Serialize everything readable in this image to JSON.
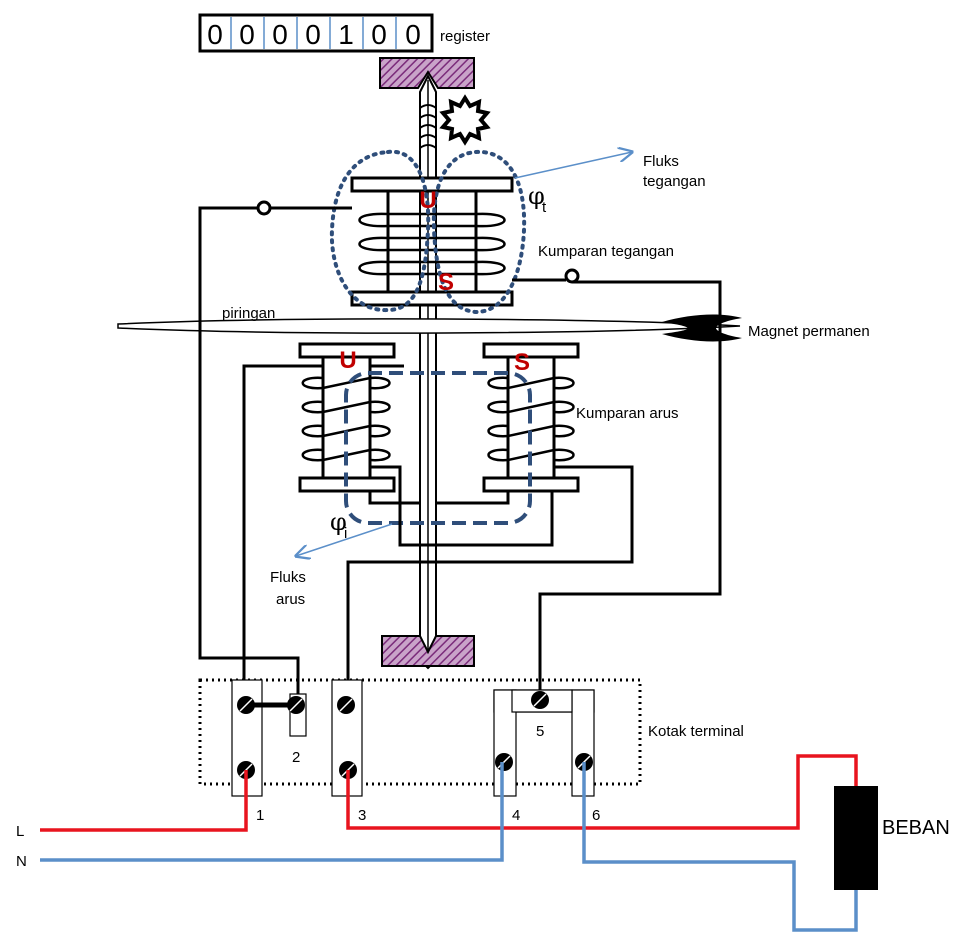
{
  "register": {
    "digits": [
      "0",
      "0",
      "0",
      "0",
      "1",
      "0",
      "0"
    ],
    "label": "register"
  },
  "labels": {
    "fluks_tegangan_1": "Fluks",
    "fluks_tegangan_2": "tegangan",
    "phi_t": "φ",
    "phi_t_sub": "t",
    "kumparan_tegangan": "Kumparan tegangan",
    "piringan": "piringan",
    "magnet_permanen": "Magnet  permanen",
    "kumparan_arus": "Kumparan arus",
    "phi_i": "φ",
    "phi_i_sub": "i",
    "fluks_arus_1": "Fluks",
    "fluks_arus_2": "arus",
    "kotak_terminal": "Kotak terminal",
    "beban": "BEBAN",
    "line_L": "L",
    "line_N": "N"
  },
  "poles": {
    "upper_u": "U",
    "upper_s": "S",
    "lower_u": "U",
    "lower_s": "S"
  },
  "terminals": [
    "1",
    "2",
    "3",
    "4",
    "5",
    "6"
  ],
  "colors": {
    "phase": "#e8141e",
    "neutral": "#5b8fc9",
    "flux": "#2f4e7a",
    "arrow": "#5b8fc9",
    "pole": "#c00000",
    "bearing": "#7b2c7b"
  }
}
